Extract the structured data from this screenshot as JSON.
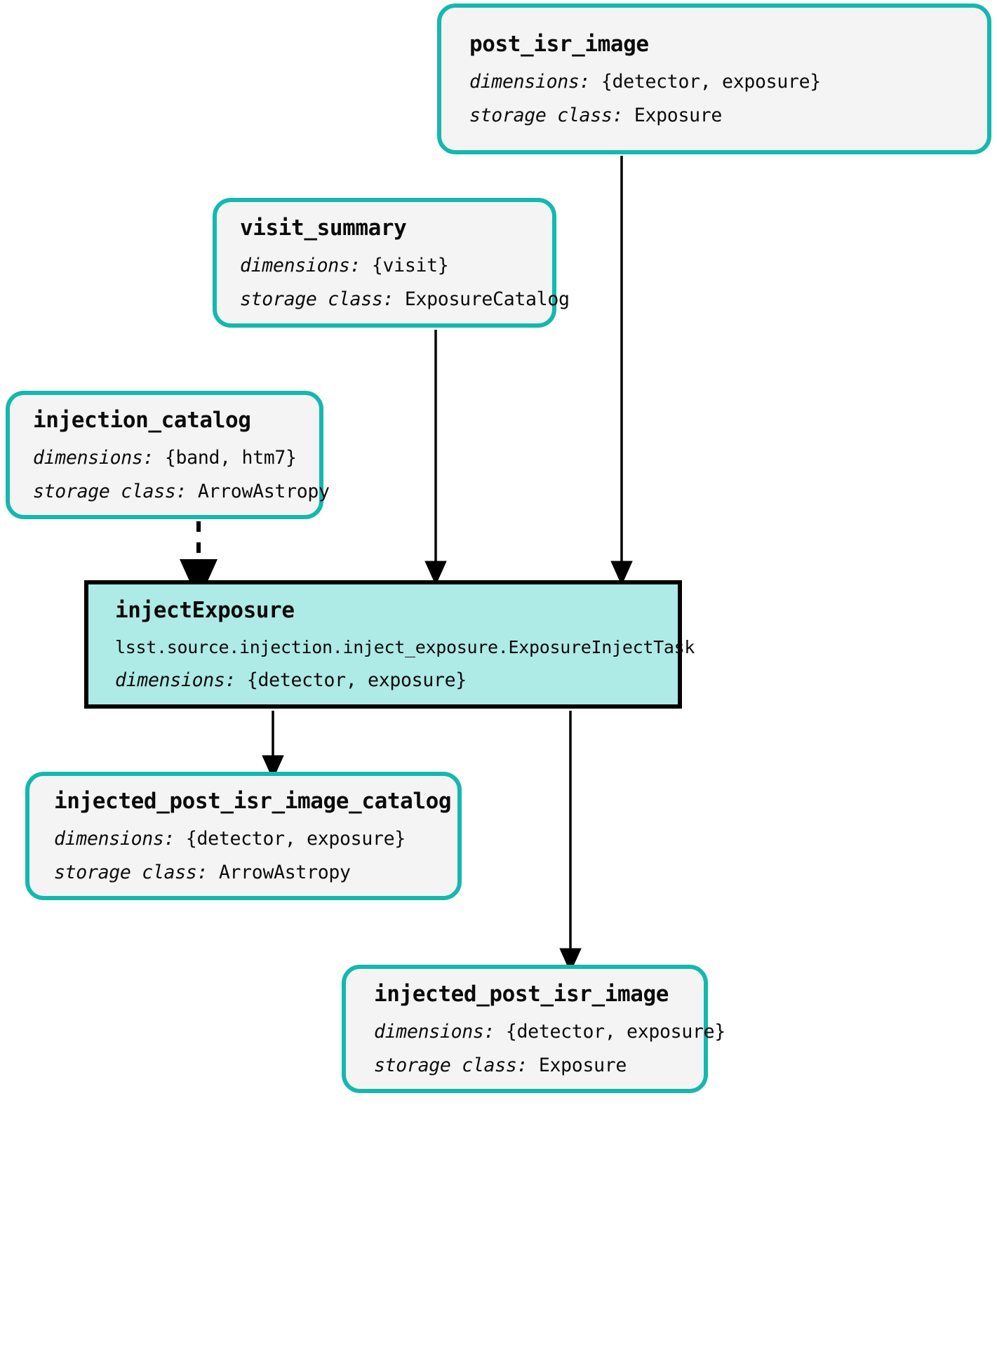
{
  "diagram": {
    "title": "injectExposure pipeline graph",
    "colors": {
      "dataset_border": "#14b8ae",
      "dataset_fill": "#f4f4f4",
      "task_border": "#000000",
      "task_fill": "#aeeae6",
      "edge": "#000000"
    },
    "labels": {
      "dimensions": "dimensions:",
      "storage_class": "storage class:"
    },
    "nodes": [
      {
        "id": "post_isr_image",
        "kind": "dataset",
        "title": "post_isr_image",
        "dimensions": "{detector, exposure}",
        "storage_class": "Exposure"
      },
      {
        "id": "visit_summary",
        "kind": "dataset",
        "title": "visit_summary",
        "dimensions": "{visit}",
        "storage_class": "ExposureCatalog"
      },
      {
        "id": "injection_catalog",
        "kind": "dataset",
        "title": "injection_catalog",
        "dimensions": "{band, htm7}",
        "storage_class": "ArrowAstropy"
      },
      {
        "id": "injectExposure",
        "kind": "task",
        "title": "injectExposure",
        "qualname": "lsst.source.injection.inject_exposure.ExposureInjectTask",
        "dimensions": "{detector, exposure}"
      },
      {
        "id": "injected_post_isr_image_catalog",
        "kind": "dataset",
        "title": "injected_post_isr_image_catalog",
        "dimensions": "{detector, exposure}",
        "storage_class": "ArrowAstropy"
      },
      {
        "id": "injected_post_isr_image",
        "kind": "dataset",
        "title": "injected_post_isr_image",
        "dimensions": "{detector, exposure}",
        "storage_class": "Exposure"
      }
    ],
    "edges": [
      {
        "from": "post_isr_image",
        "to": "injectExposure",
        "style": "solid"
      },
      {
        "from": "visit_summary",
        "to": "injectExposure",
        "style": "solid"
      },
      {
        "from": "injection_catalog",
        "to": "injectExposure",
        "style": "dashed"
      },
      {
        "from": "injectExposure",
        "to": "injected_post_isr_image_catalog",
        "style": "solid"
      },
      {
        "from": "injectExposure",
        "to": "injected_post_isr_image",
        "style": "solid"
      }
    ]
  }
}
